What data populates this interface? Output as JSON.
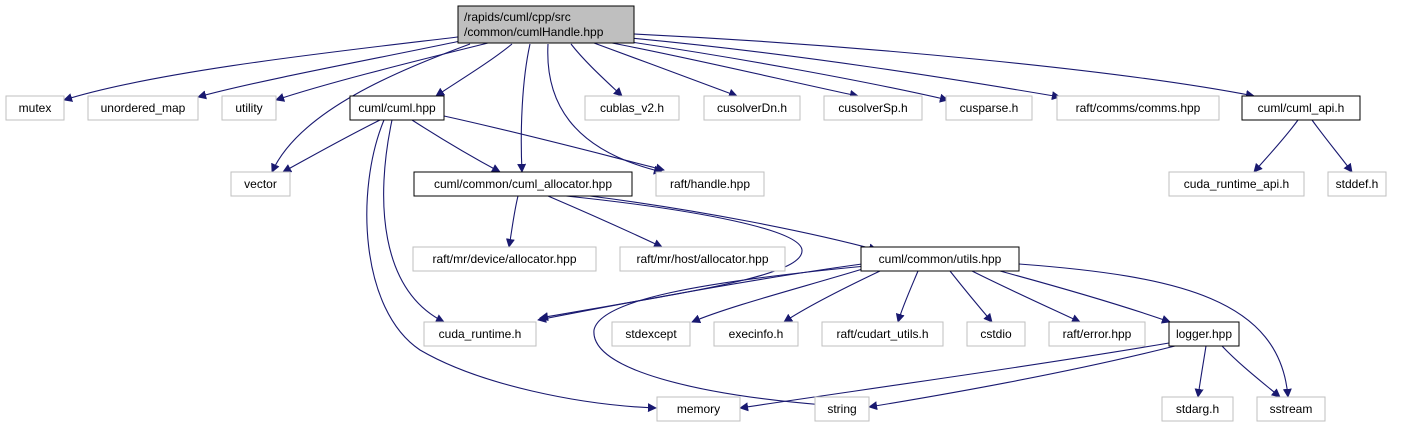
{
  "colors": {
    "edge": "#191970",
    "root_fill": "#bfbfbf",
    "border_strong": "#000000",
    "border_light": "#bfbfbf"
  },
  "nodes": [
    {
      "id": "root",
      "lines": [
        "/rapids/cuml/cpp/src",
        "/common/cumlHandle.hpp"
      ],
      "style": "root"
    },
    {
      "id": "mutex",
      "lines": [
        "mutex"
      ],
      "style": "light"
    },
    {
      "id": "unordered_map",
      "lines": [
        "unordered_map"
      ],
      "style": "light"
    },
    {
      "id": "utility",
      "lines": [
        "utility"
      ],
      "style": "light"
    },
    {
      "id": "cuml_hpp",
      "lines": [
        "cuml/cuml.hpp"
      ],
      "style": "strong"
    },
    {
      "id": "cublas",
      "lines": [
        "cublas_v2.h"
      ],
      "style": "light"
    },
    {
      "id": "cusolverDn",
      "lines": [
        "cusolverDn.h"
      ],
      "style": "light"
    },
    {
      "id": "cusolverSp",
      "lines": [
        "cusolverSp.h"
      ],
      "style": "light"
    },
    {
      "id": "cusparse",
      "lines": [
        "cusparse.h"
      ],
      "style": "light"
    },
    {
      "id": "comms",
      "lines": [
        "raft/comms/comms.hpp"
      ],
      "style": "light"
    },
    {
      "id": "cuml_api",
      "lines": [
        "cuml/cuml_api.h"
      ],
      "style": "strong"
    },
    {
      "id": "vector",
      "lines": [
        "vector"
      ],
      "style": "light"
    },
    {
      "id": "cuml_allocator",
      "lines": [
        "cuml/common/cuml_allocator.hpp"
      ],
      "style": "strong"
    },
    {
      "id": "raft_handle",
      "lines": [
        "raft/handle.hpp"
      ],
      "style": "light"
    },
    {
      "id": "cuda_runtime_api",
      "lines": [
        "cuda_runtime_api.h"
      ],
      "style": "light"
    },
    {
      "id": "stddef",
      "lines": [
        "stddef.h"
      ],
      "style": "light"
    },
    {
      "id": "dev_alloc",
      "lines": [
        "raft/mr/device/allocator.hpp"
      ],
      "style": "light"
    },
    {
      "id": "host_alloc",
      "lines": [
        "raft/mr/host/allocator.hpp"
      ],
      "style": "light"
    },
    {
      "id": "utils",
      "lines": [
        "cuml/common/utils.hpp"
      ],
      "style": "strong"
    },
    {
      "id": "cuda_runtime",
      "lines": [
        "cuda_runtime.h"
      ],
      "style": "light"
    },
    {
      "id": "stdexcept",
      "lines": [
        "stdexcept"
      ],
      "style": "light"
    },
    {
      "id": "execinfo",
      "lines": [
        "execinfo.h"
      ],
      "style": "light"
    },
    {
      "id": "cudart_utils",
      "lines": [
        "raft/cudart_utils.h"
      ],
      "style": "light"
    },
    {
      "id": "cstdio",
      "lines": [
        "cstdio"
      ],
      "style": "light"
    },
    {
      "id": "raft_error",
      "lines": [
        "raft/error.hpp"
      ],
      "style": "light"
    },
    {
      "id": "logger",
      "lines": [
        "logger.hpp"
      ],
      "style": "strong"
    },
    {
      "id": "memory",
      "lines": [
        "memory"
      ],
      "style": "light"
    },
    {
      "id": "string",
      "lines": [
        "string"
      ],
      "style": "light"
    },
    {
      "id": "stdarg",
      "lines": [
        "stdarg.h"
      ],
      "style": "light"
    },
    {
      "id": "sstream",
      "lines": [
        "sstream"
      ],
      "style": "light"
    }
  ],
  "edges": [
    [
      "root",
      "mutex"
    ],
    [
      "root",
      "unordered_map"
    ],
    [
      "root",
      "utility"
    ],
    [
      "root",
      "cuml_hpp"
    ],
    [
      "root",
      "cublas"
    ],
    [
      "root",
      "cusolverDn"
    ],
    [
      "root",
      "cusolverSp"
    ],
    [
      "root",
      "cusparse"
    ],
    [
      "root",
      "comms"
    ],
    [
      "root",
      "cuml_api"
    ],
    [
      "root",
      "vector"
    ],
    [
      "root",
      "cuml_allocator"
    ],
    [
      "root",
      "raft_handle"
    ],
    [
      "cuml_hpp",
      "vector"
    ],
    [
      "cuml_hpp",
      "cuml_allocator"
    ],
    [
      "cuml_hpp",
      "raft_handle"
    ],
    [
      "cuml_hpp",
      "cuda_runtime"
    ],
    [
      "cuml_hpp",
      "memory"
    ],
    [
      "cuml_api",
      "cuda_runtime_api"
    ],
    [
      "cuml_api",
      "stddef"
    ],
    [
      "cuml_allocator",
      "dev_alloc"
    ],
    [
      "cuml_allocator",
      "host_alloc"
    ],
    [
      "cuml_allocator",
      "utils"
    ],
    [
      "cuml_allocator",
      "cuda_runtime"
    ],
    [
      "utils",
      "cuda_runtime"
    ],
    [
      "utils",
      "stdexcept"
    ],
    [
      "utils",
      "execinfo"
    ],
    [
      "utils",
      "cudart_utils"
    ],
    [
      "utils",
      "cstdio"
    ],
    [
      "utils",
      "raft_error"
    ],
    [
      "utils",
      "logger"
    ],
    [
      "utils",
      "string"
    ],
    [
      "utils",
      "sstream"
    ],
    [
      "logger",
      "memory"
    ],
    [
      "logger",
      "string"
    ],
    [
      "logger",
      "stdarg"
    ],
    [
      "logger",
      "sstream"
    ]
  ]
}
